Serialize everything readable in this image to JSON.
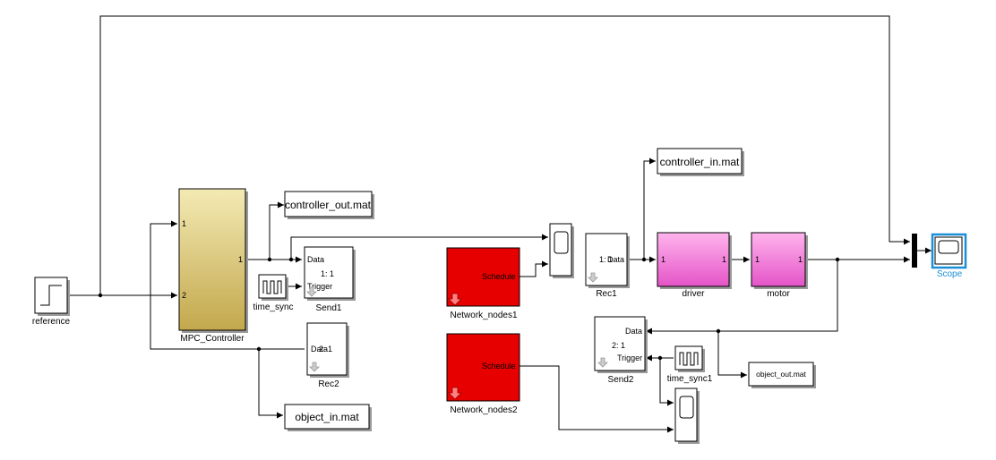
{
  "blocks": {
    "reference": {
      "label": "reference"
    },
    "mpc": {
      "label": "MPC_Controller",
      "in1": "1",
      "in2": "2",
      "out1": "1"
    },
    "controller_out": {
      "text": "controller_out.mat"
    },
    "time_sync": {
      "label": "time_sync"
    },
    "send1": {
      "label": "Send1",
      "data": "Data",
      "mid": "1: 1",
      "trigger": "Trigger"
    },
    "rec2": {
      "label": "Rec2",
      "data": "Data",
      "mid": "2: 1"
    },
    "object_in": {
      "text": "object_in.mat"
    },
    "network1": {
      "label": "Network_nodes1",
      "port": "Schedule"
    },
    "network2": {
      "label": "Network_nodes2",
      "port": "Schedule"
    },
    "rec1": {
      "label": "Rec1",
      "mid": "1: 1",
      "data": "Data"
    },
    "controller_in": {
      "text": "controller_in.mat"
    },
    "driver": {
      "label": "driver",
      "in1": "1",
      "out1": "1"
    },
    "motor": {
      "label": "motor",
      "in1": "1",
      "out1": "1"
    },
    "scope": {
      "label": "Scope"
    },
    "send2": {
      "label": "Send2",
      "data": "Data",
      "mid": "2: 1",
      "trigger": "Trigger"
    },
    "time_sync1": {
      "label": "time_sync1"
    },
    "object_out": {
      "text": "object_out.mat"
    }
  },
  "colors": {
    "mpc_top": "#f3eab4",
    "mpc_bottom": "#c3a84c",
    "network_red": "#e60000",
    "pink_top": "#ffb4ec",
    "pink_bottom": "#e454c8",
    "scope_blue": "#1a8fd6"
  }
}
